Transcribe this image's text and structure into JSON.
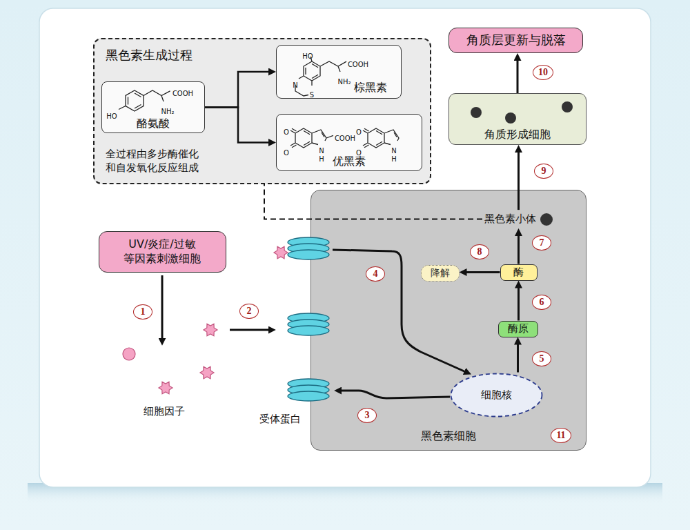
{
  "diagram": {
    "nodes": [
      {
        "text": [
          "黑色素生成过程",
          "全过程由多步酶催化和自发氧化反应组成"
        ]
      },
      {
        "text": [
          "酪氨酸"
        ],
        "in": 0
      },
      {
        "text": [
          "棕黑素"
        ],
        "in": 0
      },
      {
        "text": [
          "优黑素"
        ],
        "in": 0
      },
      {
        "text": [
          "角质层更新与脱落"
        ]
      },
      {
        "text": [
          "角质形成细胞"
        ]
      },
      {
        "text": [
          "黑色素细胞"
        ]
      },
      {
        "text": [
          "黑色素小体"
        ],
        "in": 6
      },
      {
        "text": [
          "降解"
        ],
        "in": 6
      },
      {
        "text": [
          "酶"
        ],
        "in": 6
      },
      {
        "text": [
          "酶原"
        ],
        "in": 6
      },
      {
        "text": [
          "细胞核"
        ],
        "in": 6
      },
      {
        "text": [
          "UV/炎症/过敏 等因素刺激细胞"
        ]
      }
    ],
    "edges": [
      {
        "from": 1,
        "to": 2,
        "arrow": "to"
      },
      {
        "from": 1,
        "to": 3,
        "arrow": "to"
      },
      {
        "from": 5,
        "to": 4,
        "arrow": "to"
      },
      {
        "from": 7,
        "to": 5,
        "arrow": "to"
      },
      {
        "from": 9,
        "to": 7,
        "arrow": "to"
      },
      {
        "from": 9,
        "to": 8,
        "arrow": "to"
      },
      {
        "from": 10,
        "to": 9,
        "arrow": "to"
      },
      {
        "from": 11,
        "to": 10,
        "arrow": "to"
      },
      {
        "from": 7,
        "to": 0,
        "arrow": "none"
      }
    ],
    "labels": [
      "COOH",
      "NH₂",
      "HO",
      "HO",
      "COOH",
      "NH₂",
      "N",
      "S",
      "O",
      "O",
      "N",
      "H",
      "COOH",
      "O",
      "O",
      "N",
      "H",
      "1",
      "2",
      "3",
      "4",
      "5",
      "6",
      "7",
      "8",
      "9",
      "10",
      "11",
      "细胞因子",
      "受体蛋白"
    ]
  }
}
